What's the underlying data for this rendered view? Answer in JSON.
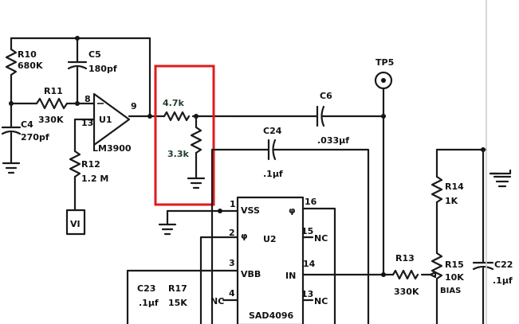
{
  "components": {
    "r10": {
      "name": "R10",
      "value": "680K"
    },
    "c5": {
      "name": "C5",
      "value": "180pf"
    },
    "r11": {
      "name": "R11",
      "value": "330K"
    },
    "c4": {
      "name": "C4",
      "value": "270pf"
    },
    "u1": {
      "name": "U1",
      "part": "LM3900",
      "pin_in1": "8",
      "pin_in2": "13",
      "pin_out": "9"
    },
    "r12": {
      "name": "R12",
      "value": "1.2 M"
    },
    "vi": {
      "label": "VI"
    },
    "divider": {
      "r_top": "4.7k",
      "r_bottom": "3.3k"
    },
    "c6": {
      "name": "C6",
      "value": ".033µf"
    },
    "c24": {
      "name": "C24",
      "value": ".1µf"
    },
    "tp5": {
      "label": "TP5"
    },
    "u2": {
      "name": "U2",
      "part": "SAD4096",
      "pins": {
        "vss": "VSS",
        "vss_num": "1",
        "phi_left": "φ",
        "phi_left_num": "2",
        "vbb": "VBB",
        "vbb_num": "3",
        "nc_left": "NC",
        "nc_left_num": "4",
        "phi_right": "φ",
        "phi_right_num": "16",
        "nc_right1": "NC",
        "nc_right1_num": "15",
        "in": "IN",
        "in_num": "14",
        "nc_right2": "NC",
        "nc_right2_num": "13"
      }
    },
    "c23": {
      "name": "C23",
      "value": ".1µf"
    },
    "r17": {
      "name": "R17",
      "value": "15K"
    },
    "r13": {
      "name": "R13",
      "value": "330K"
    },
    "r14": {
      "name": "R14",
      "value": "1K"
    },
    "r15": {
      "name": "R15",
      "value": "10K",
      "note": "BIAS"
    },
    "c22": {
      "name": "C22",
      "value": ".1µf"
    }
  },
  "highlight": {
    "color": "#e01b1b"
  }
}
